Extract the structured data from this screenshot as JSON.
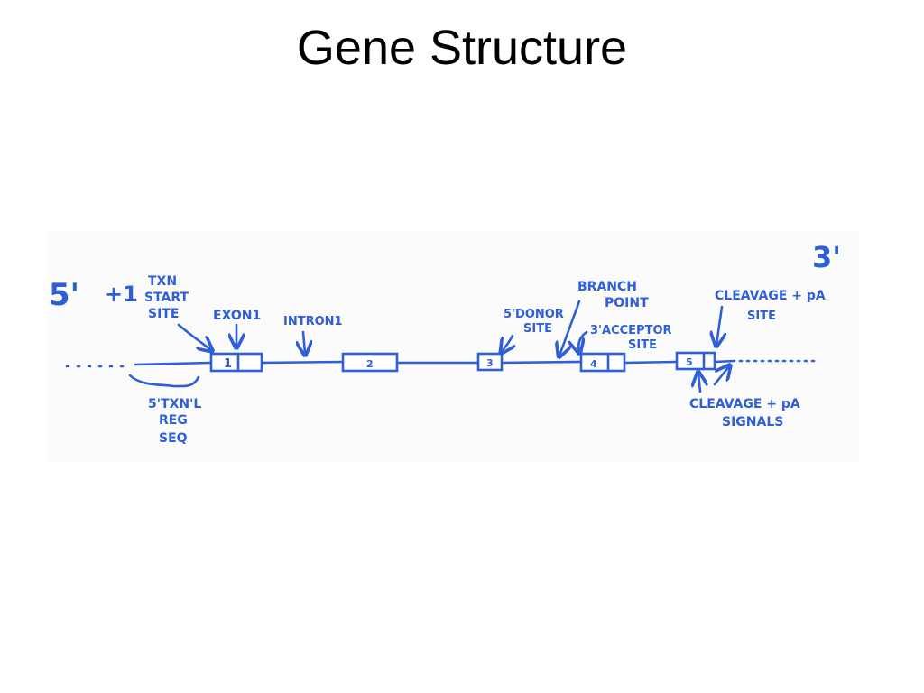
{
  "slide": {
    "title": "Gene Structure"
  },
  "diagram": {
    "end_5": "5'",
    "end_3": "3'",
    "plus_one": "+1",
    "txn_start_site": [
      "TXN",
      "START",
      "SITE"
    ],
    "exon1": "EXON1",
    "intron1": "INTRON1",
    "donor_site": [
      "5'DONOR",
      "SITE"
    ],
    "branch_point": [
      "BRANCH",
      "POINT"
    ],
    "acceptor_site": [
      "3'ACCEPTOR",
      "SITE"
    ],
    "cleavage_site": [
      "CLEAVAGE + pA",
      "SITE"
    ],
    "cleavage_signals": [
      "CLEAVAGE + pA",
      "SIGNALS"
    ],
    "regulatory_seq": [
      "5'TXN'L",
      "REG",
      "SEQ"
    ],
    "exons": [
      "1",
      "2",
      "3",
      "4",
      "5"
    ],
    "ink_color": "#2f5fd6"
  }
}
